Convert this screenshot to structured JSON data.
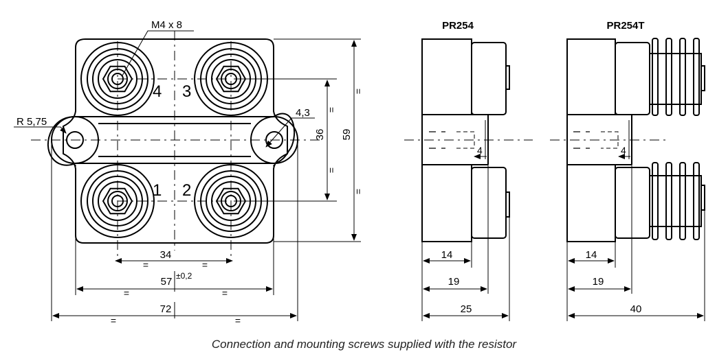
{
  "labels": {
    "thread": "M4 x 8",
    "radius": "R 5,75",
    "hole": "4,3",
    "pin1": "1",
    "pin2": "2",
    "pin3": "3",
    "pin4": "4",
    "dim_36": "36",
    "dim_59": "59",
    "dim_34": "34",
    "dim_57": "57",
    "tol_57": "±0,2",
    "dim_72": "72",
    "equal": "=",
    "view1_title": "PR254",
    "view2_title": "PR254T",
    "dim_14": "14",
    "dim_19": "19",
    "dim_25": "25",
    "dim_40": "40",
    "dim_4": "4"
  },
  "caption": "Connection and mounting screws supplied with the resistor"
}
